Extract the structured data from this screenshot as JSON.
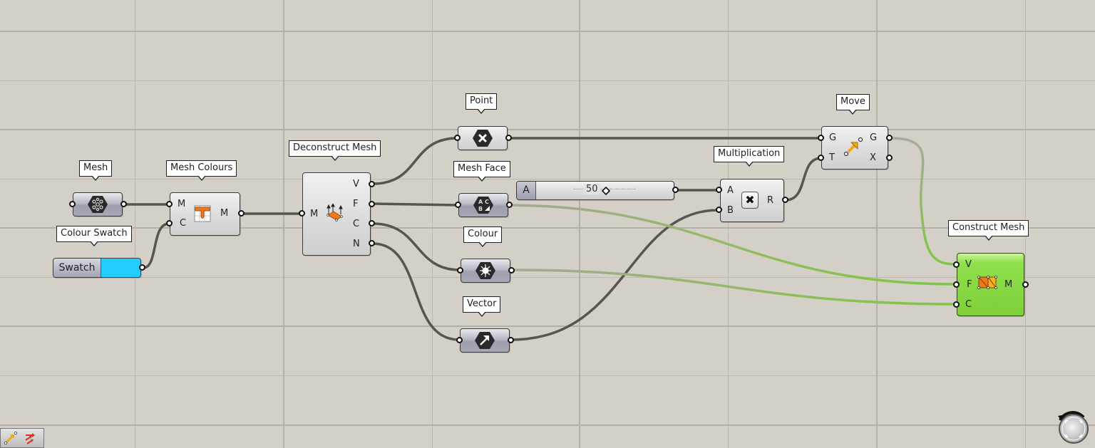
{
  "canvas": {
    "background": "#d4d0c8",
    "grid_color": "#bcb8b0",
    "wire_color": "#575550",
    "wire_selected_color": "#7cc840"
  },
  "nodes": {
    "mesh": {
      "label": "Mesh",
      "icon": "mesh-param-icon"
    },
    "colour_swatch": {
      "label": "Colour Swatch",
      "button": "Swatch",
      "color": "#22ccff"
    },
    "mesh_colours": {
      "label": "Mesh Colours",
      "inputs": [
        "M",
        "C"
      ],
      "outputs": [
        "M"
      ],
      "icon": "mesh-colours-icon"
    },
    "deconstruct_mesh": {
      "label": "Deconstruct Mesh",
      "inputs": [
        "M"
      ],
      "outputs": [
        "V",
        "F",
        "C",
        "N"
      ],
      "icon": "deconstruct-mesh-icon"
    },
    "point": {
      "label": "Point",
      "icon": "point-param-icon"
    },
    "mesh_face": {
      "label": "Mesh Face",
      "icon": "mesh-face-param-icon"
    },
    "colour": {
      "label": "Colour",
      "icon": "colour-param-icon"
    },
    "vector": {
      "label": "Vector",
      "icon": "vector-param-icon"
    },
    "number_slider": {
      "name": "A",
      "value": "50"
    },
    "multiplication": {
      "label": "Multiplication",
      "inputs": [
        "A",
        "B"
      ],
      "outputs": [
        "R"
      ],
      "symbol": "✖"
    },
    "move": {
      "label": "Move",
      "inputs": [
        "G",
        "T"
      ],
      "outputs": [
        "G",
        "X"
      ],
      "icon": "move-icon"
    },
    "construct_mesh": {
      "label": "Construct Mesh",
      "inputs": [
        "V",
        "F",
        "C"
      ],
      "outputs": [
        "M"
      ],
      "icon": "construct-mesh-icon",
      "color": "#82d63e"
    }
  },
  "status_bar": {
    "icons": [
      "move-arrow-icon",
      "red-arrows-icon"
    ]
  },
  "navigator": {
    "icon": "canvas-navigator-icon"
  }
}
